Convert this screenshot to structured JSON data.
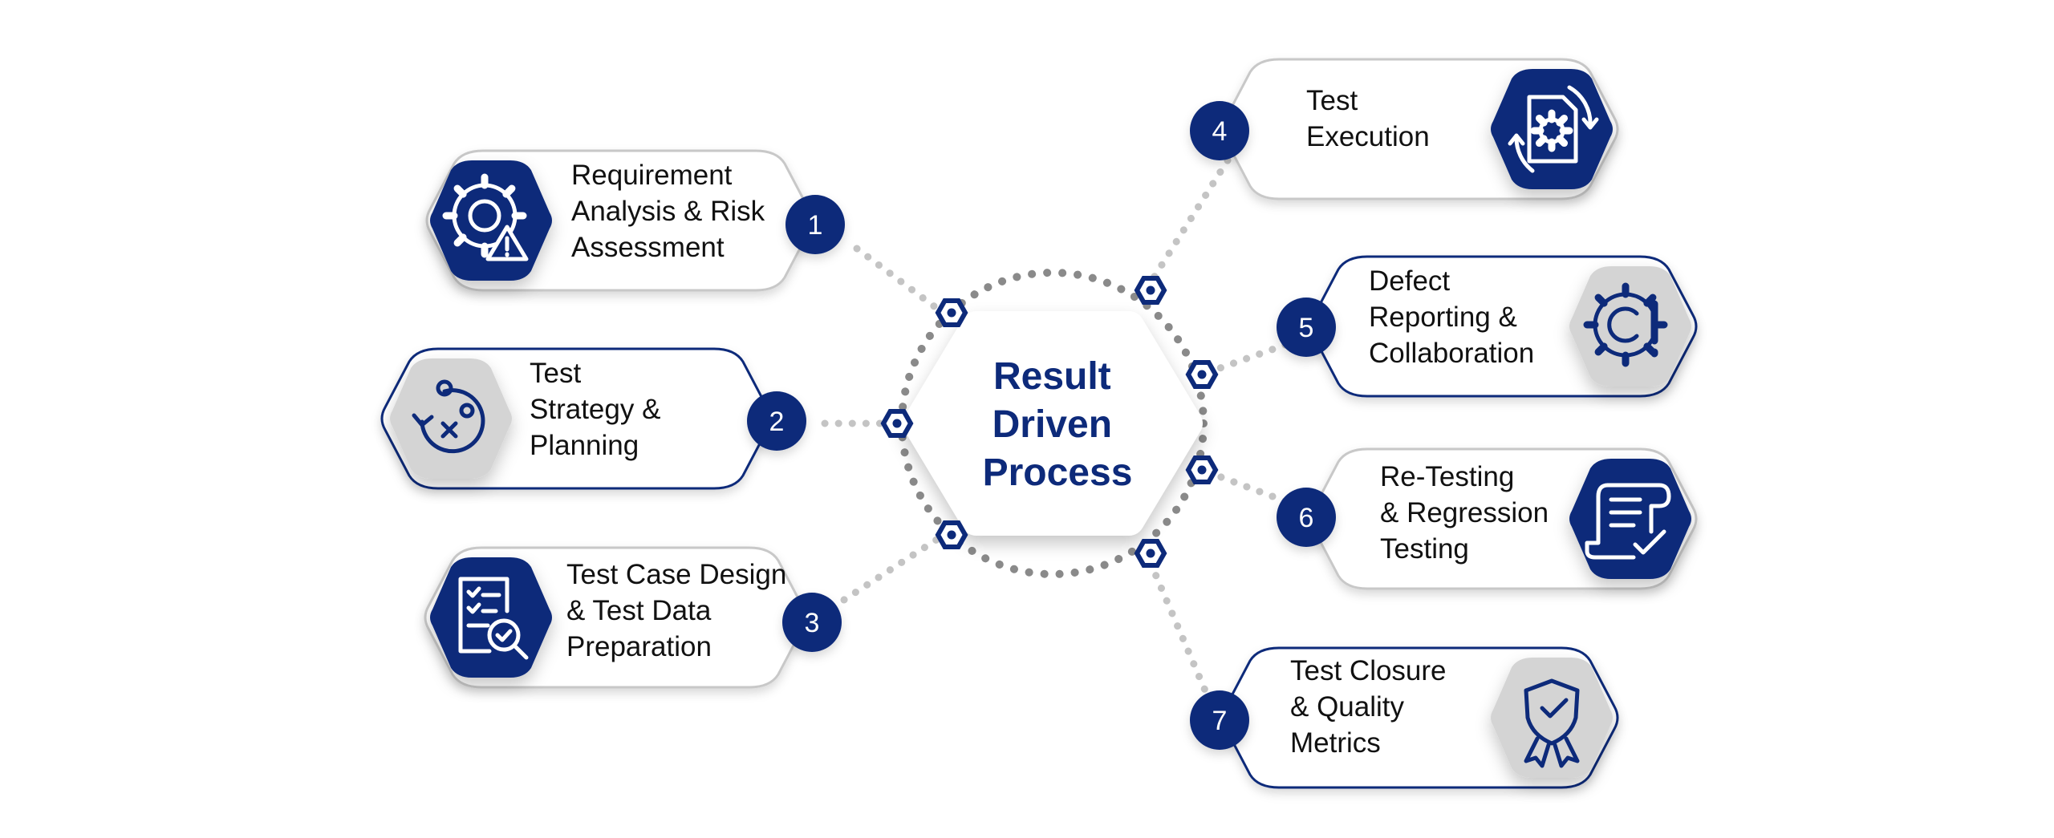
{
  "center": {
    "lines": [
      "Result",
      "Driven",
      "Process"
    ]
  },
  "colors": {
    "navy": "#0d2a7a",
    "grey_badge": "#d4d4d4",
    "outline_grey": "#c8c8c8",
    "dots": "#bdbdbd"
  },
  "steps": [
    {
      "number": "1",
      "lines": [
        "Requirement",
        "Analysis & Risk",
        "Assessment"
      ],
      "icon": "gear-warning-icon",
      "badge": "navy",
      "outline": "grey"
    },
    {
      "number": "2",
      "lines": [
        "Test",
        "Strategy &",
        "Planning"
      ],
      "icon": "strategy-icon",
      "badge": "grey",
      "outline": "navy"
    },
    {
      "number": "3",
      "lines": [
        "Test Case Design",
        "& Test Data",
        "Preparation"
      ],
      "icon": "checklist-search-icon",
      "badge": "navy",
      "outline": "grey"
    },
    {
      "number": "4",
      "lines": [
        "Test",
        "Execution"
      ],
      "icon": "document-gear-cycle-icon",
      "badge": "navy",
      "outline": "grey"
    },
    {
      "number": "5",
      "lines": [
        "Defect",
        "Reporting &",
        "Collaboration"
      ],
      "icon": "gear-alert-icon",
      "badge": "grey",
      "outline": "navy"
    },
    {
      "number": "6",
      "lines": [
        "Re-Testing",
        "& Regression",
        "Testing"
      ],
      "icon": "scroll-check-icon",
      "badge": "navy",
      "outline": "grey"
    },
    {
      "number": "7",
      "lines": [
        "Test Closure",
        "& Quality",
        "Metrics"
      ],
      "icon": "shield-badge-icon",
      "badge": "grey",
      "outline": "navy"
    }
  ]
}
